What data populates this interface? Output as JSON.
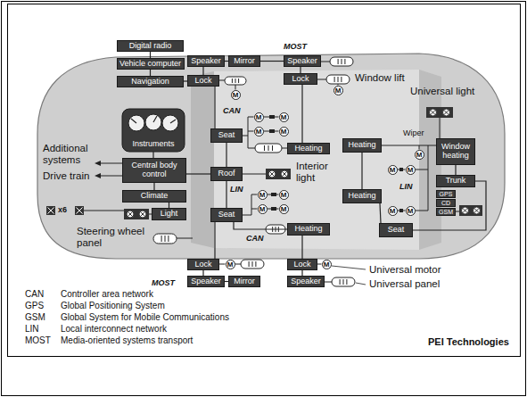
{
  "diagram": {
    "nodes": [
      {
        "text": [
          "Digital radio"
        ]
      },
      {
        "text": [
          "Vehicle computer"
        ]
      },
      {
        "text": [
          "Speaker"
        ]
      },
      {
        "text": [
          "Mirror"
        ]
      },
      {
        "text": [
          "Speaker"
        ]
      },
      {
        "text": [
          "Navigation"
        ]
      },
      {
        "text": [
          "Lock"
        ]
      },
      {
        "text": [
          "Lock"
        ]
      },
      {
        "text": [
          "Instruments"
        ]
      },
      {
        "text": [
          "Seat"
        ]
      },
      {
        "text": [
          "Heating"
        ]
      },
      {
        "text": [
          "Window heating"
        ]
      },
      {
        "text": [
          "Heating"
        ]
      },
      {
        "text": [
          "Central body control"
        ]
      },
      {
        "text": [
          "Roof"
        ]
      },
      {
        "text": [
          "Trunk"
        ]
      },
      {
        "text": [
          "GPS"
        ]
      },
      {
        "text": [
          "CD"
        ]
      },
      {
        "text": [
          "GSM"
        ]
      },
      {
        "text": [
          "Climate"
        ]
      },
      {
        "text": [
          "Heating"
        ]
      },
      {
        "text": [
          "Light"
        ]
      },
      {
        "text": [
          "Seat"
        ]
      },
      {
        "text": [
          "Heating"
        ]
      },
      {
        "text": [
          "Seat"
        ]
      },
      {
        "text": [
          "Lock"
        ]
      },
      {
        "text": [
          "Lock"
        ]
      },
      {
        "text": [
          "Speaker"
        ]
      },
      {
        "text": [
          "Mirror"
        ]
      },
      {
        "text": [
          "Speaker"
        ]
      }
    ],
    "edges": [
      {
        "from": 0,
        "to": 1,
        "arrow": "none"
      },
      {
        "from": 1,
        "to": 5,
        "arrow": "none"
      },
      {
        "from": 2,
        "to": 3,
        "arrow": "none"
      },
      {
        "from": 3,
        "to": 4,
        "arrow": "none"
      },
      {
        "from": 2,
        "to": 6,
        "arrow": "none"
      },
      {
        "from": 5,
        "to": 6,
        "arrow": "none"
      },
      {
        "from": 4,
        "to": 7,
        "arrow": "none"
      },
      {
        "from": 6,
        "to": 9,
        "arrow": "none"
      },
      {
        "from": 7,
        "to": 10,
        "arrow": "none"
      },
      {
        "from": 8,
        "to": 13,
        "arrow": "none"
      },
      {
        "from": 13,
        "to": 19,
        "arrow": "none"
      },
      {
        "from": 19,
        "to": 21,
        "arrow": "none"
      },
      {
        "from": 13,
        "to": 14,
        "arrow": "none"
      },
      {
        "from": 9,
        "to": 14,
        "arrow": "none"
      },
      {
        "from": 14,
        "to": 22,
        "arrow": "none"
      },
      {
        "from": 22,
        "to": 23,
        "arrow": "none"
      },
      {
        "from": 22,
        "to": 25,
        "arrow": "none"
      },
      {
        "from": 25,
        "to": 27,
        "arrow": "none"
      },
      {
        "from": 27,
        "to": 28,
        "arrow": "none"
      },
      {
        "from": 23,
        "to": 26,
        "arrow": "none"
      },
      {
        "from": 26,
        "to": 29,
        "arrow": "none"
      },
      {
        "from": 12,
        "to": 11,
        "arrow": "none"
      },
      {
        "from": 11,
        "to": 15,
        "arrow": "none"
      },
      {
        "from": 12,
        "to": 20,
        "arrow": "none"
      },
      {
        "from": 20,
        "to": 24,
        "arrow": "none"
      },
      {
        "from": 15,
        "to": 24,
        "arrow": "none"
      }
    ],
    "labels": [
      "MOST",
      "Window lift",
      "Universal light",
      "CAN",
      "Additional systems",
      "Drive train",
      "Interior light",
      "Wiper",
      "LIN",
      "LIN",
      "x6",
      "Steering wheel panel",
      "CAN",
      "Universal motor",
      "Universal panel",
      "MOST",
      "CAN",
      "Controller area network",
      "GPS",
      "Global Positioning System",
      "GSM",
      "Global System for Mobile Communications",
      "LIN",
      "Local interconnect network",
      "MOST",
      "Media-oriented systems transport",
      "PEI Technologies",
      "M",
      "M",
      "M",
      "M",
      "M",
      "M",
      "M",
      "M",
      "M",
      "M",
      "M",
      "M",
      "M",
      "M",
      "M",
      "M",
      "M"
    ]
  }
}
